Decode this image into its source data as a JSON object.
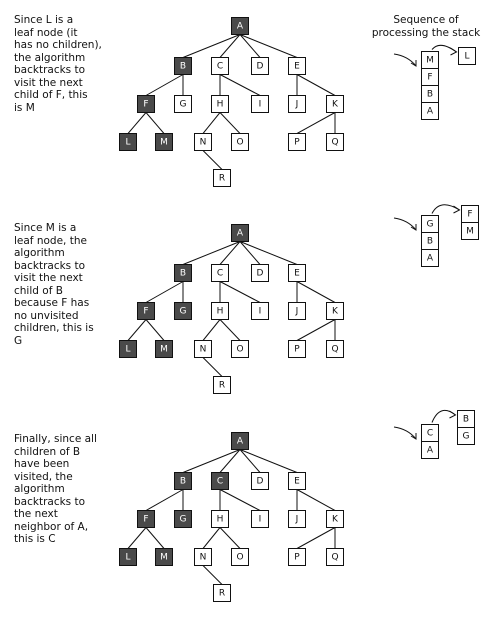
{
  "stack_title_lines": [
    "Sequence of",
    "processing the stack"
  ],
  "colors": {
    "visited": "#4a4a4a",
    "unvisited": "#ffffff",
    "stroke": "#111111",
    "visited_text": "#ffffff",
    "unvisited_text": "#111111"
  },
  "tree": {
    "nodes": [
      "A",
      "B",
      "C",
      "D",
      "E",
      "F",
      "G",
      "H",
      "I",
      "J",
      "K",
      "L",
      "M",
      "N",
      "O",
      "P",
      "Q",
      "R"
    ],
    "edges": [
      [
        "A",
        "B"
      ],
      [
        "A",
        "C"
      ],
      [
        "A",
        "D"
      ],
      [
        "A",
        "E"
      ],
      [
        "B",
        "F"
      ],
      [
        "B",
        "G"
      ],
      [
        "C",
        "H"
      ],
      [
        "C",
        "I"
      ],
      [
        "E",
        "J"
      ],
      [
        "E",
        "K"
      ],
      [
        "F",
        "L"
      ],
      [
        "F",
        "M"
      ],
      [
        "H",
        "N"
      ],
      [
        "H",
        "O"
      ],
      [
        "K",
        "P"
      ],
      [
        "K",
        "Q"
      ],
      [
        "N",
        "R"
      ]
    ]
  },
  "panels": [
    {
      "caption_lines": [
        "Since L is a",
        "leaf node (it",
        "has no children),",
        "the algorithm",
        "backtracks to",
        "visit the next",
        "child of F, this",
        "is M"
      ],
      "visited": [
        "A",
        "B",
        "F",
        "L",
        "M"
      ],
      "stack_left": [
        "M",
        "F",
        "B",
        "A"
      ],
      "stack_right": [
        "L"
      ]
    },
    {
      "caption_lines": [
        "Since M is a",
        "leaf node, the",
        "algorithm",
        "backtracks to",
        "visit the next",
        "child of B",
        "because F has",
        "no unvisited",
        "children, this is",
        "G"
      ],
      "visited": [
        "A",
        "B",
        "F",
        "G",
        "L",
        "M"
      ],
      "stack_left": [
        "G",
        "B",
        "A"
      ],
      "stack_right": [
        "F",
        "M"
      ]
    },
    {
      "caption_lines": [
        "Finally, since all",
        "children of B",
        "have been",
        "visited, the",
        "algorithm",
        "backtracks to",
        "the next",
        "neighbor of A,",
        "this is C"
      ],
      "visited": [
        "A",
        "B",
        "C",
        "F",
        "G",
        "L",
        "M"
      ],
      "stack_left": [
        "C",
        "A"
      ],
      "stack_right": [
        "B",
        "G"
      ]
    }
  ]
}
